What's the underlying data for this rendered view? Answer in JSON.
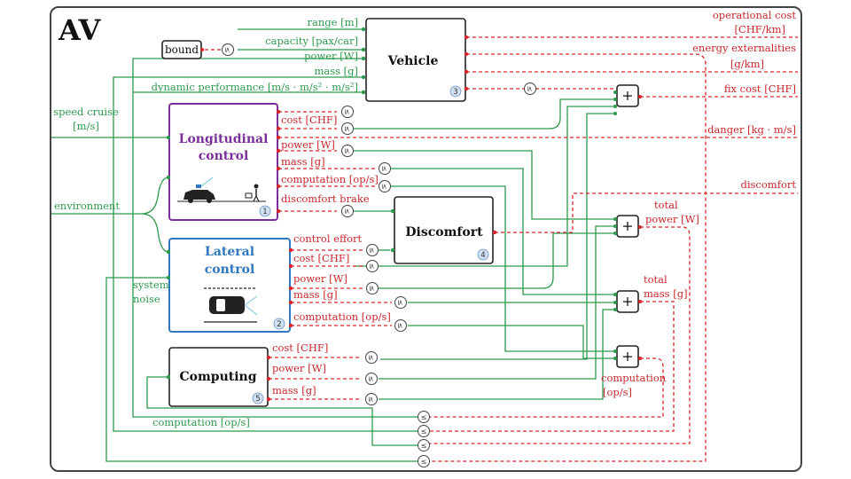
{
  "title": "AV",
  "modules": {
    "vehicle": {
      "label": "Vehicle",
      "number": "3"
    },
    "longitudinal": {
      "line1": "Longitudinal",
      "line2": "control",
      "number": "1"
    },
    "lateral": {
      "line1": "Lateral",
      "line2": "control",
      "number": "2"
    },
    "discomfort": {
      "label": "Discomfort",
      "number": "4"
    },
    "computing": {
      "label": "Computing",
      "number": "5"
    },
    "bound": {
      "label": "bound"
    }
  },
  "green_labels": {
    "range": "range [m]",
    "capacity": "capacity [pax/car]",
    "power": "power [W]",
    "mass": "mass [g]",
    "dynamic": "dynamic performance [m/s · m/s² · m/s²]",
    "speed_cruise_1": "speed cruise",
    "speed_cruise_2": "[m/s]",
    "environment": "environment",
    "system_noise_1": "system",
    "system_noise_2": "noise",
    "computation_bottom": "computation [op/s]"
  },
  "red_labels": {
    "op_cost_1": "operational cost",
    "op_cost_2": "[CHF/km]",
    "energy_ext_1": "energy externalities",
    "energy_ext_2": "[g/km]",
    "fix_cost": "fix cost [CHF]",
    "danger": "danger [kg · m/s]",
    "discomfort_out": "discomfort",
    "lon_cost": "cost [CHF]",
    "lon_power": "power [W]",
    "lon_mass": "mass [g]",
    "lon_comp": "computation [op/s]",
    "lon_brake": "discomfort brake",
    "lat_effort": "control effort",
    "lat_cost": "cost [CHF]",
    "lat_power": "power [W]",
    "lat_mass": "mass [g]",
    "lat_comp": "computation [op/s]",
    "comp_cost": "cost [CHF]",
    "comp_power": "power [W]",
    "comp_mass": "mass [g]",
    "total_power_1": "total",
    "total_power_2": "power [W]",
    "total_mass_1": "total",
    "total_mass_2": "mass [g]",
    "computation_sum_1": "computation",
    "computation_sum_2": "[op/s]"
  },
  "symbols": {
    "leq": "≤",
    "plus": "+"
  },
  "colors": {
    "functionality": "#2e9a4e",
    "resource": "#d9262a",
    "longitudinal": "#7b2f9a",
    "lateral": "#2f78c0"
  }
}
